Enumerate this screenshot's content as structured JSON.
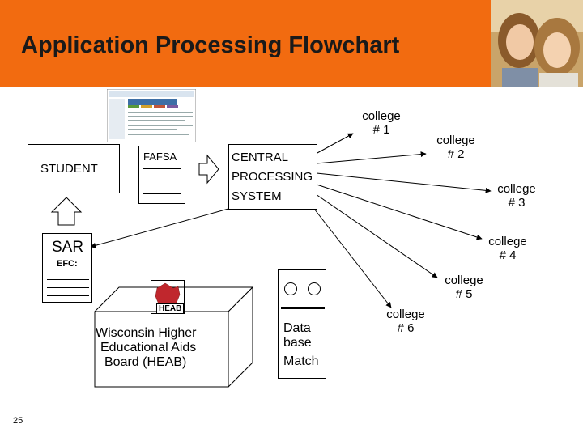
{
  "header": {
    "title": "Application Processing Flowchart"
  },
  "nodes": {
    "student": "STUDENT",
    "fafsa": "FAFSA",
    "cps": [
      "CENTRAL",
      "PROCESSING",
      "SYSTEM"
    ],
    "sar": "SAR",
    "efc": "EFC:",
    "heab_logo": "HEAB",
    "heab": [
      "Wisconsin Higher",
      "Educational Aids",
      "Board (HEAB)"
    ],
    "database": [
      "Data",
      "base",
      "Match"
    ]
  },
  "colleges": [
    [
      "college",
      "# 1"
    ],
    [
      "college",
      "# 2"
    ],
    [
      "college",
      "# 3"
    ],
    [
      "college",
      "# 4"
    ],
    [
      "college",
      "# 5"
    ],
    [
      "college",
      "# 6"
    ]
  ],
  "footer": {
    "slide_number": "25"
  },
  "colors": {
    "header_bg": "#f26b10",
    "arrow": "#000000"
  }
}
